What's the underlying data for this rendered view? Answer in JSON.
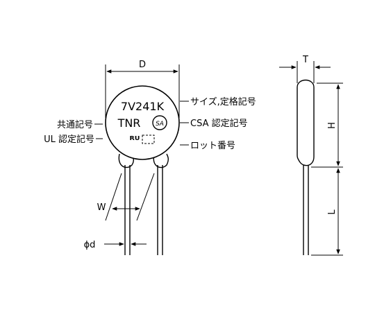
{
  "diagram": {
    "front_view": {
      "body_marking_line1": "7V241K",
      "body_marking_line2": "TNR",
      "csa_logo_text": "SA",
      "ul_logo_text": "ᴿᵁ"
    },
    "callouts": {
      "size_rating": "サイズ,定格記号",
      "common_mark": "共通記号",
      "csa_mark": "CSA 認定記号",
      "ul_mark": "UL 認定記号",
      "lot_number": "ロット番号"
    },
    "dimensions": {
      "diameter": "D",
      "lead_spacing": "W",
      "lead_diameter": "ϕd",
      "thickness": "T",
      "height": "H",
      "lead_length": "L"
    }
  }
}
